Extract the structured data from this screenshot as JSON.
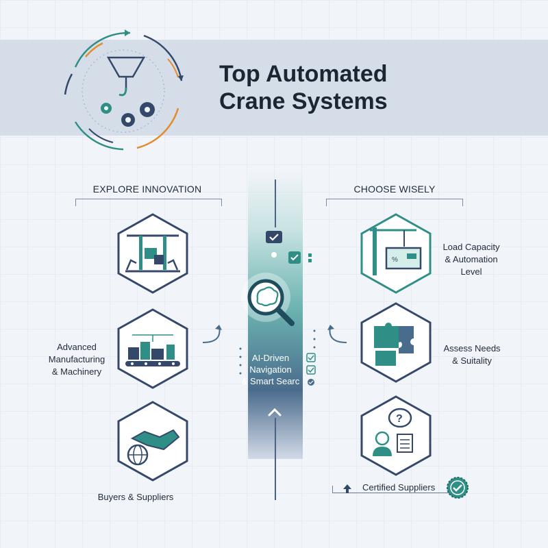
{
  "header": {
    "title_line1": "Top Automated",
    "title_line2": "Crane Systems"
  },
  "left_section": {
    "heading": "EXPLORE INNOVATION",
    "items": [
      {
        "label": "",
        "icon": "factory-crane-icon"
      },
      {
        "label_lines": [
          "Advanced",
          "Manufacturing",
          "& Machinery"
        ],
        "icon": "conveyor-factory-icon"
      },
      {
        "label": "Buyers & Suppliers",
        "icon": "handshake-globe-icon"
      }
    ]
  },
  "right_section": {
    "heading": "CHOOSE WISELY",
    "items": [
      {
        "label_lines": [
          "Load Capacity",
          "& Automation",
          "Level"
        ],
        "icon": "tower-crane-icon"
      },
      {
        "label_lines": [
          "Assess Needs",
          "& Suitality"
        ],
        "icon": "puzzle-icon"
      },
      {
        "label": "",
        "icon": "question-checklist-icon"
      }
    ],
    "badge": "Certified Suppliers"
  },
  "center": {
    "lines": [
      "AI-Driven",
      "Navigation",
      "& Smart Searc"
    ],
    "icon": "brain-magnifier-icon"
  },
  "colors": {
    "teal": "#2f8f86",
    "navy": "#34496a",
    "orange": "#e58b2c",
    "banner": "#d5dde9"
  }
}
